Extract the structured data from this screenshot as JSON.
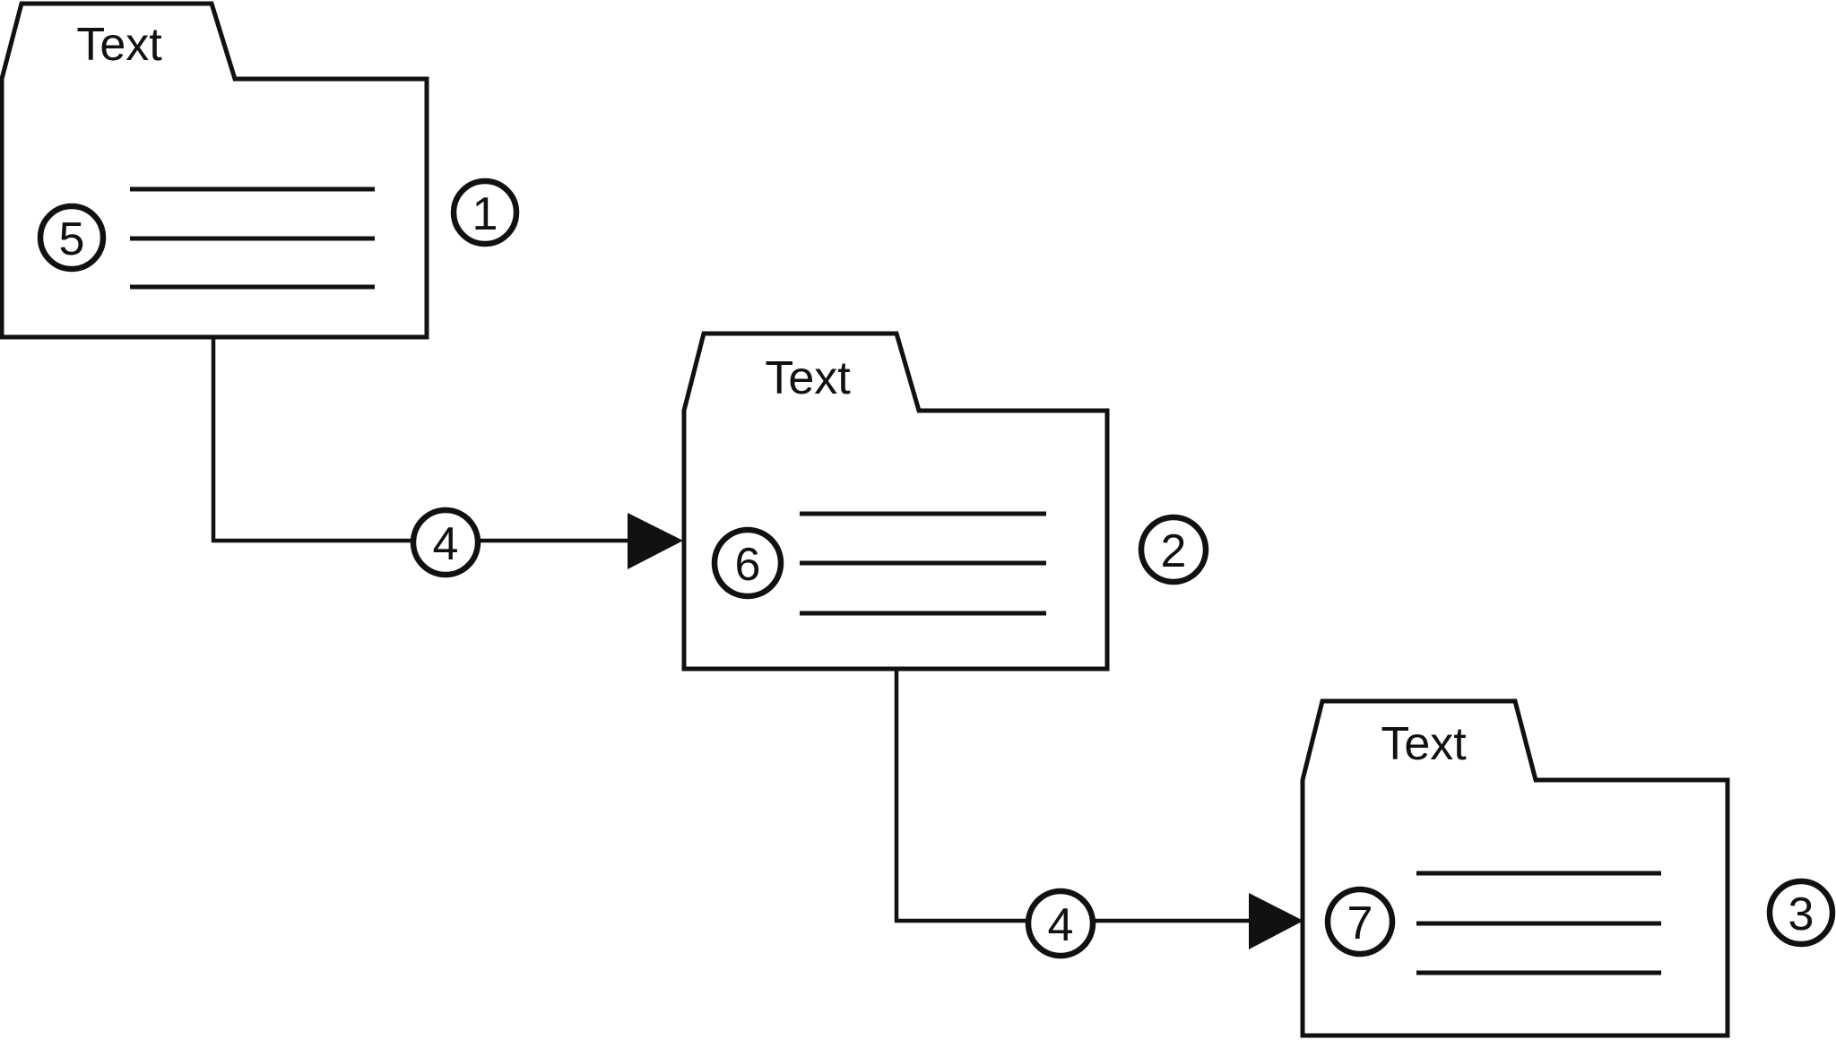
{
  "diagram": {
    "background_color": "#ffffff",
    "line_color": "#111111",
    "folders": [
      {
        "name": "folder-1",
        "tab_label": "Text",
        "content_marker": "5",
        "badge": "1",
        "content_lines": 3
      },
      {
        "name": "folder-2",
        "tab_label": "Text",
        "content_marker": "6",
        "badge": "2",
        "content_lines": 3
      },
      {
        "name": "folder-3",
        "tab_label": "Text",
        "content_marker": "7",
        "badge": "3",
        "content_lines": 3
      }
    ],
    "arrows": [
      {
        "from": "folder-1",
        "to": "folder-2",
        "label": "4"
      },
      {
        "from": "folder-2",
        "to": "folder-3",
        "label": "4"
      }
    ]
  }
}
